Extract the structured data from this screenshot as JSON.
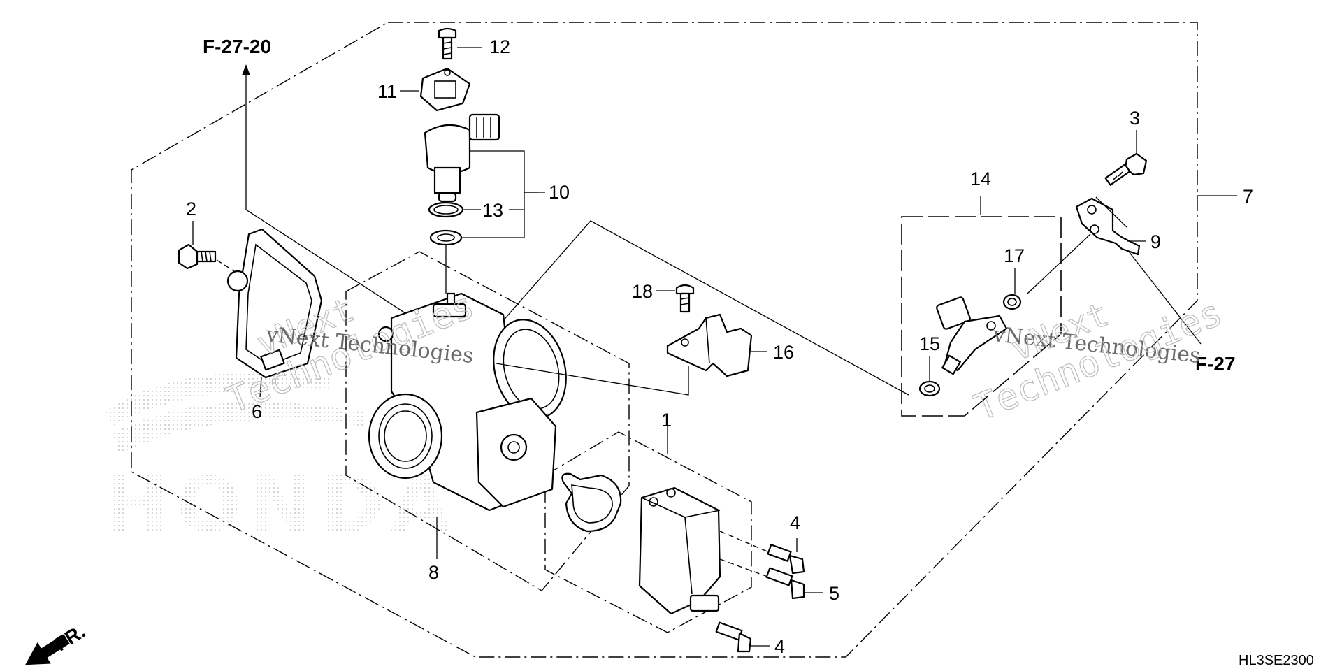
{
  "diagram": {
    "part_labels": {
      "p1": "1",
      "p2": "2",
      "p3": "3",
      "p4a": "4",
      "p4b": "4",
      "p5": "5",
      "p6": "6",
      "p7": "7",
      "p8": "8",
      "p9": "9",
      "p10": "10",
      "p11": "11",
      "p12": "12",
      "p13": "13",
      "p14": "14",
      "p15": "15",
      "p16": "16",
      "p17": "17",
      "p18": "18"
    },
    "references": {
      "f2720": "F-27-20",
      "f27": "F-27"
    },
    "direction": "FR.",
    "drawing_code": "HL3SE2300",
    "watermarks": {
      "w1": "vNext",
      "w2": "Technologies",
      "w3": "vNext Technologies",
      "w4": "vNext Technologies",
      "w5": "vNext",
      "w6": "Technologies"
    },
    "background_brand": "HONDA",
    "colors": {
      "ink": "#000000",
      "paper": "#ffffff",
      "watermark": "#bdbdbd"
    }
  }
}
